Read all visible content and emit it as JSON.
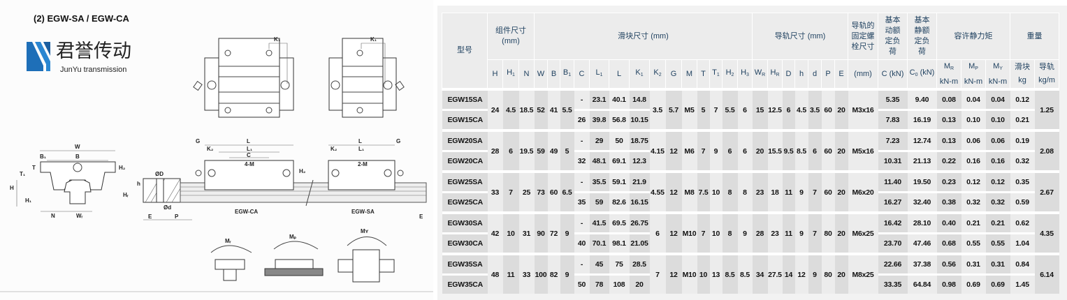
{
  "title": "(2) EGW-SA / EGW-CA",
  "logo": {
    "cn": "君誉传动",
    "en": "JunYu transmission"
  },
  "drawing": {
    "k1": "K₁",
    "w": "W",
    "b1": "B₁",
    "b": "B",
    "t1": "T₁",
    "t": "T",
    "h2": "H₂",
    "h": "H",
    "h1": "H₁",
    "n": "N",
    "wr": "Wᵣ",
    "od": "ØD",
    "hs": "h",
    "hr": "Hᵣ",
    "osd": "Ød",
    "e": "E",
    "p": "P",
    "g": "G",
    "l": "L",
    "k2": "K₂",
    "l1": "L₁",
    "c": "C",
    "m4": "4-M",
    "m2": "2-M",
    "ca": "EGW-CA",
    "sa": "EGW-SA",
    "mr": "Mᵣ",
    "mp": "Mₚ",
    "my": "Mʏ"
  },
  "table": {
    "header": {
      "model": "型号",
      "assembly": "组件尺寸",
      "assembly_unit": "(mm)",
      "block": "滑块尺寸 (mm)",
      "rail": "导轨尺寸 (mm)",
      "bolt": "导轨的固定螺栓尺寸",
      "dyn": "基本动额定负荷",
      "stat": "基本静额定负荷",
      "moment": "容许静力矩",
      "weight": "重量"
    },
    "columns": [
      {
        "key": "H",
        "label": "H",
        "sub": ""
      },
      {
        "key": "H1",
        "label": "H",
        "sub": "1"
      },
      {
        "key": "N",
        "label": "N",
        "sub": ""
      },
      {
        "key": "W",
        "label": "W",
        "sub": ""
      },
      {
        "key": "B",
        "label": "B",
        "sub": ""
      },
      {
        "key": "B1",
        "label": "B",
        "sub": "1"
      },
      {
        "key": "C",
        "label": "C",
        "sub": "",
        "split": true
      },
      {
        "key": "L1",
        "label": "L",
        "sub": "1",
        "split": true
      },
      {
        "key": "L",
        "label": "L",
        "sub": "",
        "split": true
      },
      {
        "key": "K1",
        "label": "K",
        "sub": "1",
        "split": true
      },
      {
        "key": "K2",
        "label": "K",
        "sub": "2"
      },
      {
        "key": "G",
        "label": "G",
        "sub": ""
      },
      {
        "key": "M",
        "label": "M",
        "sub": ""
      },
      {
        "key": "T",
        "label": "T",
        "sub": ""
      },
      {
        "key": "T1",
        "label": "T",
        "sub": "1"
      },
      {
        "key": "H2",
        "label": "H",
        "sub": "2"
      },
      {
        "key": "H3",
        "label": "H",
        "sub": "3"
      },
      {
        "key": "WR",
        "label": "W",
        "sub": "R"
      },
      {
        "key": "HR",
        "label": "H",
        "sub": "R"
      },
      {
        "key": "D",
        "label": "D",
        "sub": ""
      },
      {
        "key": "h",
        "label": "h",
        "sub": ""
      },
      {
        "key": "d",
        "label": "d",
        "sub": ""
      },
      {
        "key": "P",
        "label": "P",
        "sub": ""
      },
      {
        "key": "E",
        "label": "E",
        "sub": ""
      },
      {
        "key": "bolt",
        "label": "(mm)",
        "sub": ""
      },
      {
        "key": "Cd",
        "label": "C (kN)",
        "sub": "",
        "split": true
      },
      {
        "key": "C0",
        "label": "C",
        "sub": "0",
        "suffix": " (kN)",
        "split": true
      },
      {
        "key": "MR",
        "label": "M",
        "sub": "R",
        "unit": "kN-m",
        "split": true
      },
      {
        "key": "MP",
        "label": "M",
        "sub": "P",
        "unit": "kN-m",
        "split": true
      },
      {
        "key": "MY",
        "label": "M",
        "sub": "Y",
        "unit": "kN-m",
        "split": true
      },
      {
        "key": "blk",
        "label": "滑块",
        "sub": "",
        "unit": "kg",
        "split": true
      },
      {
        "key": "rail",
        "label": "导轨",
        "sub": "",
        "unit": "kg/m"
      }
    ],
    "groups": [
      {
        "model": [
          "EGW15SA",
          "EGW15CA"
        ],
        "H": "24",
        "H1": "4.5",
        "N": "18.5",
        "W": "52",
        "B": "41",
        "B1": "5.5",
        "C": [
          "-",
          "26"
        ],
        "L1": [
          "23.1",
          "39.8"
        ],
        "L": [
          "40.1",
          "56.8"
        ],
        "K1": [
          "14.8",
          "10.15"
        ],
        "K2": "3.5",
        "G": "5.7",
        "M": "M5",
        "T": "5",
        "T1": "7",
        "H2": "5.5",
        "H3": "6",
        "WR": "15",
        "HR": "12.5",
        "D": "6",
        "h": "4.5",
        "d": "3.5",
        "P": "60",
        "E": "20",
        "bolt": "M3x16",
        "Cd": [
          "5.35",
          "7.83"
        ],
        "C0": [
          "9.40",
          "16.19"
        ],
        "MR": [
          "0.08",
          "0.13"
        ],
        "MP": [
          "0.04",
          "0.10"
        ],
        "MY": [
          "0.04",
          "0.10"
        ],
        "blk": [
          "0.12",
          "0.21"
        ],
        "rail": "1.25"
      },
      {
        "model": [
          "EGW20SA",
          "EGW20CA"
        ],
        "H": "28",
        "H1": "6",
        "N": "19.5",
        "W": "59",
        "B": "49",
        "B1": "5",
        "C": [
          "-",
          "32"
        ],
        "L1": [
          "29",
          "48.1"
        ],
        "L": [
          "50",
          "69.1"
        ],
        "K1": [
          "18.75",
          "12.3"
        ],
        "K2": "4.15",
        "G": "12",
        "M": "M6",
        "T": "7",
        "T1": "9",
        "H2": "6",
        "H3": "6",
        "WR": "20",
        "HR": "15.5",
        "D": "9.5",
        "h": "8.5",
        "d": "6",
        "P": "60",
        "E": "20",
        "bolt": "M5x16",
        "Cd": [
          "7.23",
          "10.31"
        ],
        "C0": [
          "12.74",
          "21.13"
        ],
        "MR": [
          "0.13",
          "0.22"
        ],
        "MP": [
          "0.06",
          "0.16"
        ],
        "MY": [
          "0.06",
          "0.16"
        ],
        "blk": [
          "0.19",
          "0.32"
        ],
        "rail": "2.08"
      },
      {
        "model": [
          "EGW25SA",
          "EGW25CA"
        ],
        "H": "33",
        "H1": "7",
        "N": "25",
        "W": "73",
        "B": "60",
        "B1": "6.5",
        "C": [
          "-",
          "35"
        ],
        "L1": [
          "35.5",
          "59"
        ],
        "L": [
          "59.1",
          "82.6"
        ],
        "K1": [
          "21.9",
          "16.15"
        ],
        "K2": "4.55",
        "G": "12",
        "M": "M8",
        "T": "7.5",
        "T1": "10",
        "H2": "8",
        "H3": "8",
        "WR": "23",
        "HR": "18",
        "D": "11",
        "h": "9",
        "d": "7",
        "P": "60",
        "E": "20",
        "bolt": "M6x20",
        "Cd": [
          "11.40",
          "16.27"
        ],
        "C0": [
          "19.50",
          "32.40"
        ],
        "MR": [
          "0.23",
          "0.38"
        ],
        "MP": [
          "0.12",
          "0.32"
        ],
        "MY": [
          "0.12",
          "0.32"
        ],
        "blk": [
          "0.35",
          "0.59"
        ],
        "rail": "2.67"
      },
      {
        "model": [
          "EGW30SA",
          "EGW30CA"
        ],
        "H": "42",
        "H1": "10",
        "N": "31",
        "W": "90",
        "B": "72",
        "B1": "9",
        "C": [
          "-",
          "40"
        ],
        "L1": [
          "41.5",
          "70.1"
        ],
        "L": [
          "69.5",
          "98.1"
        ],
        "K1": [
          "26.75",
          "21.05"
        ],
        "K2": "6",
        "G": "12",
        "M": "M10",
        "T": "7",
        "T1": "10",
        "H2": "8",
        "H3": "9",
        "WR": "28",
        "HR": "23",
        "D": "11",
        "h": "9",
        "d": "7",
        "P": "80",
        "E": "20",
        "bolt": "M6x25",
        "Cd": [
          "16.42",
          "23.70"
        ],
        "C0": [
          "28.10",
          "47.46"
        ],
        "MR": [
          "0.40",
          "0.68"
        ],
        "MP": [
          "0.21",
          "0.55"
        ],
        "MY": [
          "0.21",
          "0.55"
        ],
        "blk": [
          "0.62",
          "1.04"
        ],
        "rail": "4.35"
      },
      {
        "model": [
          "EGW35SA",
          "EGW35CA"
        ],
        "H": "48",
        "H1": "11",
        "N": "33",
        "W": "100",
        "B": "82",
        "B1": "9",
        "C": [
          "-",
          "50"
        ],
        "L1": [
          "45",
          "78"
        ],
        "L": [
          "75",
          "108"
        ],
        "K1": [
          "28.5",
          "20"
        ],
        "K2": "7",
        "G": "12",
        "M": "M10",
        "T": "10",
        "T1": "13",
        "H2": "8.5",
        "H3": "8.5",
        "WR": "34",
        "HR": "27.5",
        "D": "14",
        "h": "12",
        "d": "9",
        "P": "80",
        "E": "20",
        "bolt": "M8x25",
        "Cd": [
          "22.66",
          "33.35"
        ],
        "C0": [
          "37.38",
          "64.84"
        ],
        "MR": [
          "0.56",
          "0.98"
        ],
        "MP": [
          "0.31",
          "0.69"
        ],
        "MY": [
          "0.31",
          "0.69"
        ],
        "blk": [
          "0.84",
          "1.45"
        ],
        "rail": "6.14"
      }
    ]
  }
}
